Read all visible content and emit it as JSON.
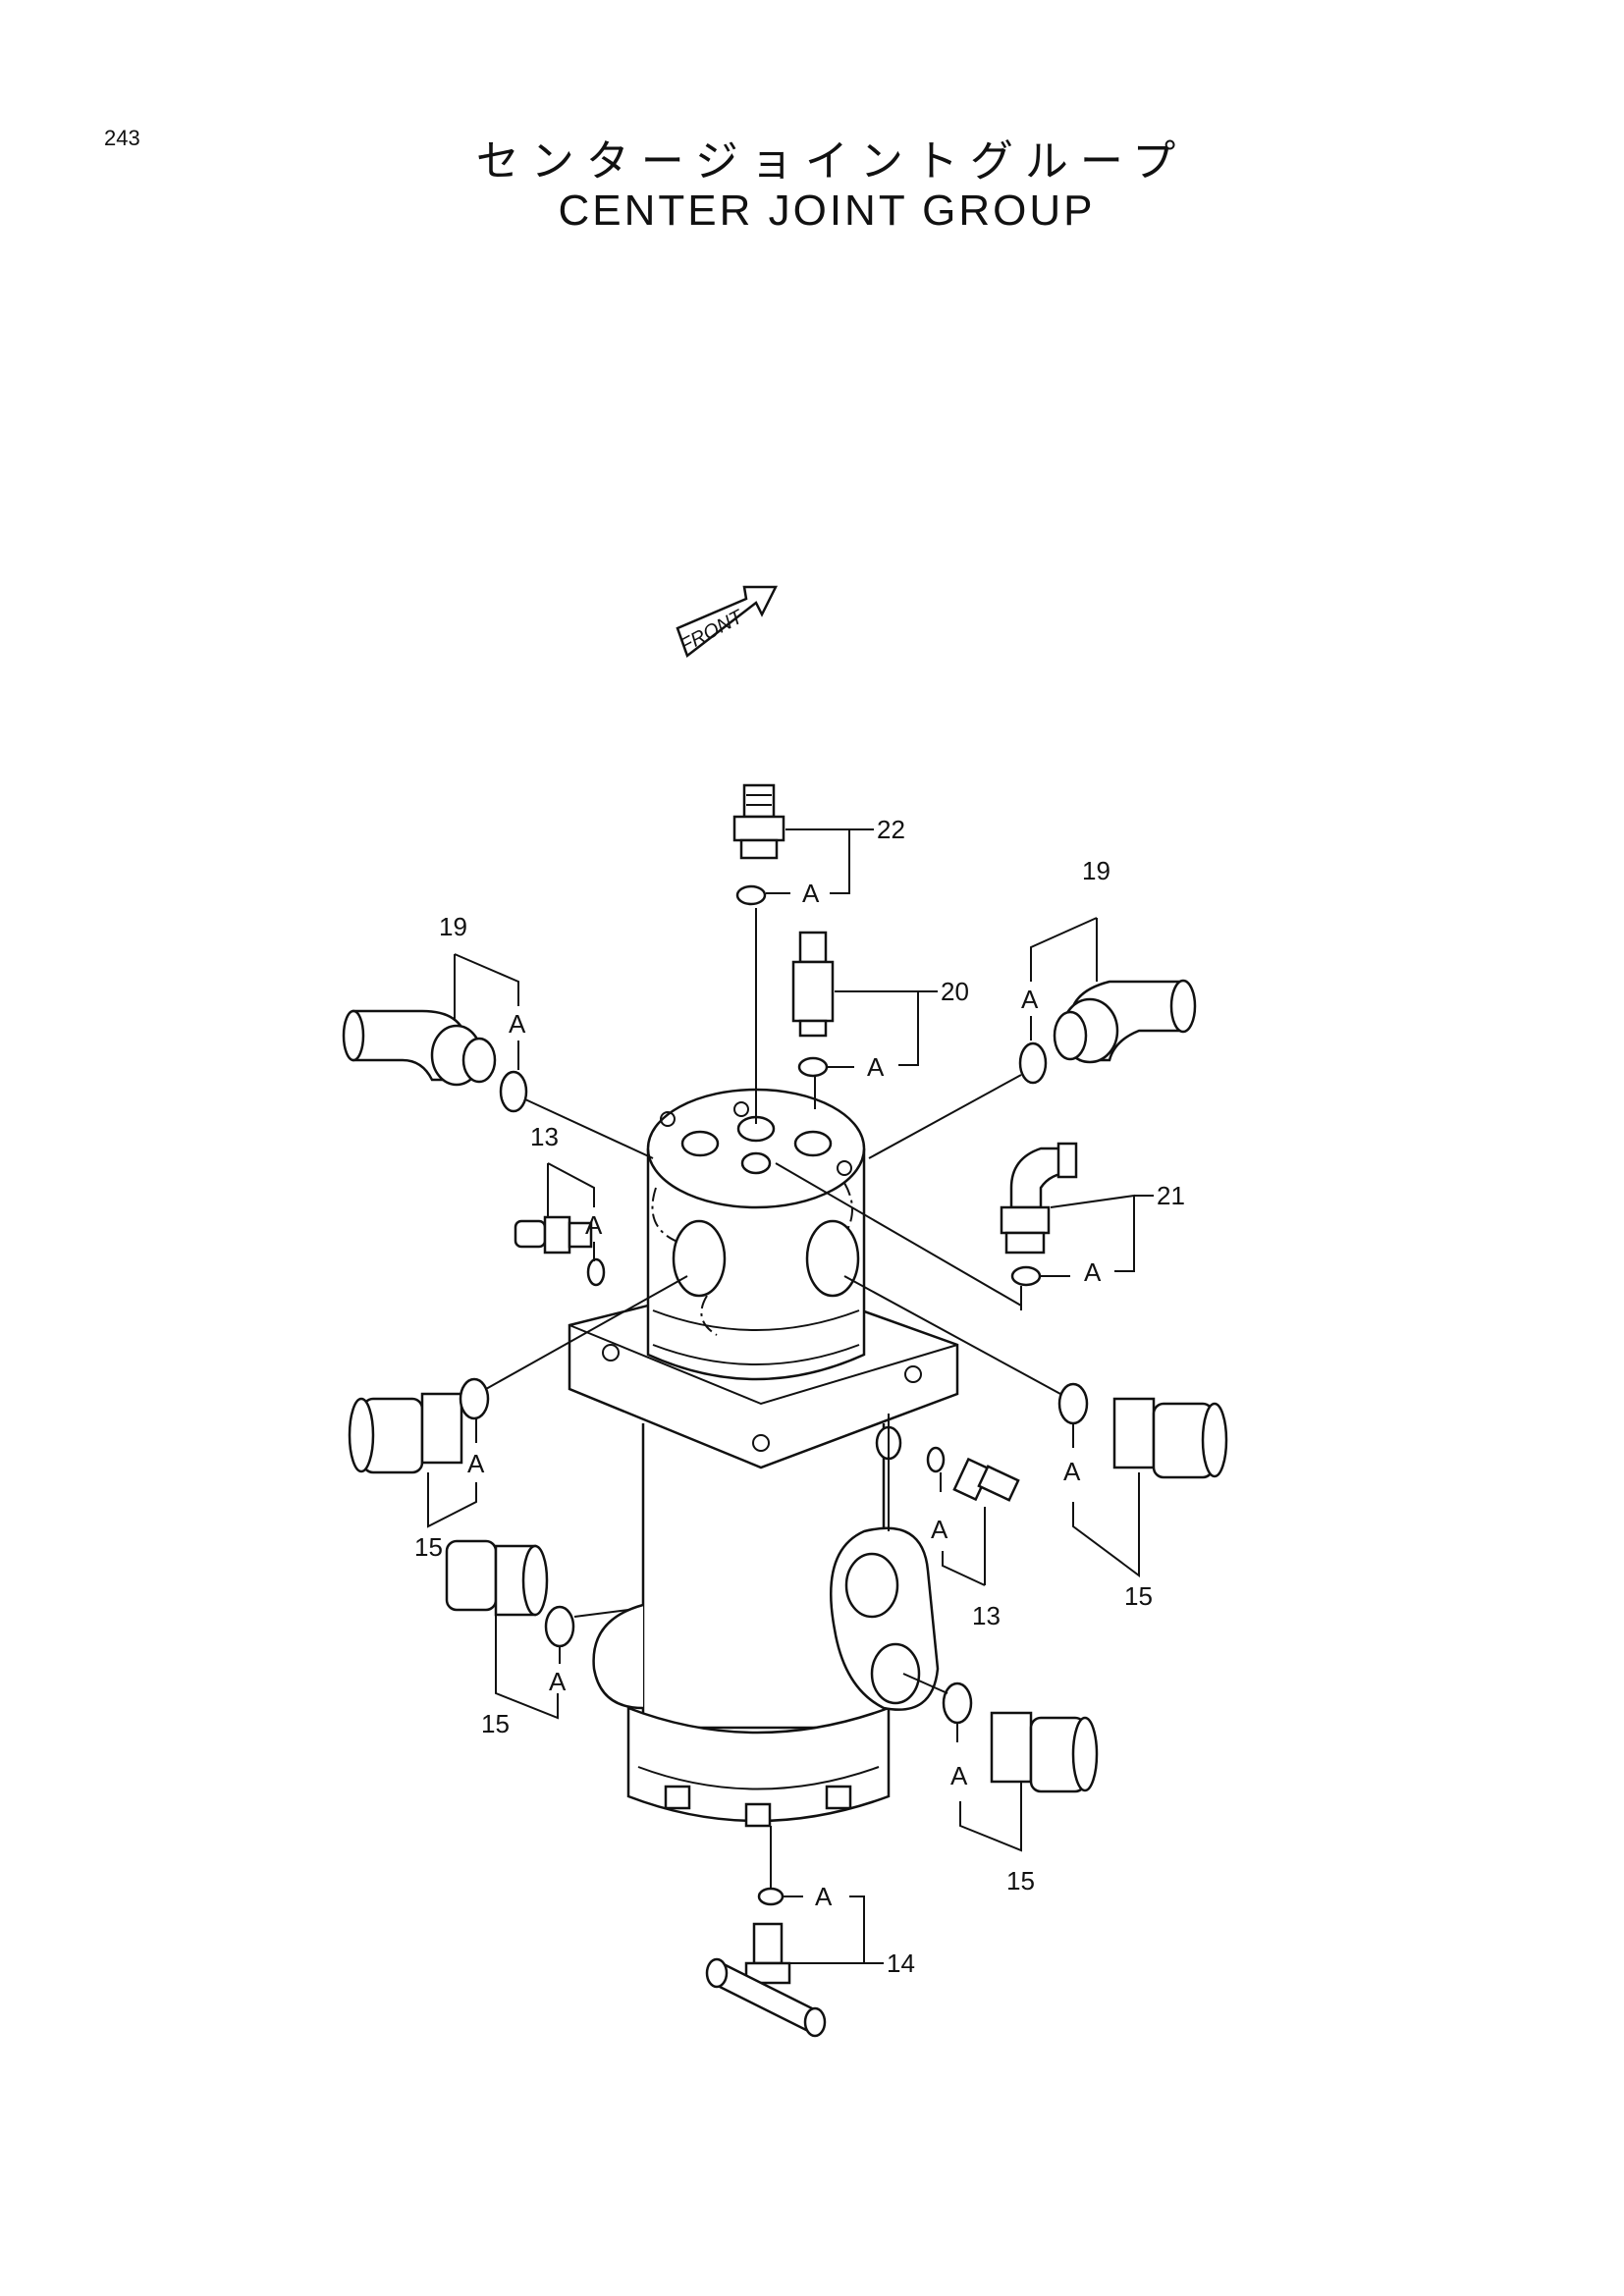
{
  "page": {
    "number": "243",
    "title_ja": "センタージョイントグループ",
    "title_en": "CENTER JOINT GROUP",
    "front_label": "FRONT"
  },
  "callouts": [
    {
      "id": "c22",
      "number": "22",
      "sub": "A"
    },
    {
      "id": "c20",
      "number": "20",
      "sub": "A"
    },
    {
      "id": "c19-left",
      "number": "19",
      "sub": "A"
    },
    {
      "id": "c19-right",
      "number": "19",
      "sub": "A"
    },
    {
      "id": "c13-left",
      "number": "13",
      "sub": "A"
    },
    {
      "id": "c21",
      "number": "21",
      "sub": "A"
    },
    {
      "id": "c15-left-upper",
      "number": "15",
      "sub": "A"
    },
    {
      "id": "c15-right-upper",
      "number": "15",
      "sub": "A"
    },
    {
      "id": "c13-right",
      "number": "13",
      "sub": "A"
    },
    {
      "id": "c15-left-lower",
      "number": "15",
      "sub": "A"
    },
    {
      "id": "c15-right-lower",
      "number": "15",
      "sub": "A"
    },
    {
      "id": "c14",
      "number": "14",
      "sub": "A"
    }
  ]
}
